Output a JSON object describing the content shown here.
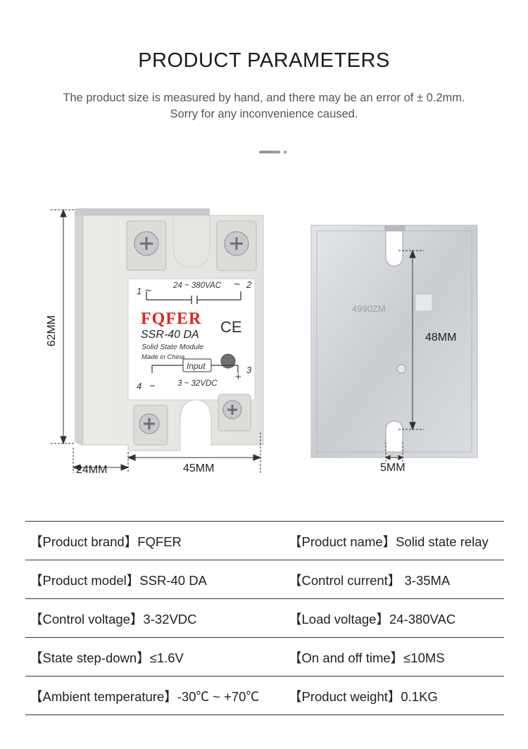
{
  "header": {
    "title": "PRODUCT PARAMETERS",
    "subtitle_line1": "The product size is measured by hand, and there may be an error of ± 0.2mm.",
    "subtitle_line2": "Sorry for any inconvenience caused."
  },
  "relay_label": {
    "pin1": "1",
    "pin2": "2",
    "pin3": "3",
    "pin4": "4",
    "tilde_left": "~",
    "tilde_right": "~",
    "load_voltage": "24 ~ 380VAC",
    "brand": "FQFER",
    "model": "SSR-40 DA",
    "ce_mark": "CE",
    "module_type": "Solid State Module",
    "origin": "Made in China",
    "input_label": "Input",
    "minus": "−",
    "plus": "+",
    "control_voltage": "3 ~ 32VDC"
  },
  "heatsink": {
    "stamp": "4990ZM"
  },
  "dimensions": {
    "height": "62MM",
    "depth": "24MM",
    "width": "45MM",
    "hole_spacing": "48MM",
    "slot_width": "5MM"
  },
  "specs": [
    {
      "left": "【Product brand】FQFER",
      "right": "【Product name】Solid state relay"
    },
    {
      "left": "【Product model】SSR-40 DA",
      "right": "【Control current】 3-35MA"
    },
    {
      "left": "【Control voltage】3-32VDC",
      "right": "【Load voltage】24-380VAC"
    },
    {
      "left": "【State step-down】≤1.6V",
      "right": "【On and off time】≤10MS"
    },
    {
      "left": "【Ambient temperature】-30℃ ~ +70℃",
      "right": "【Product weight】0.1KG"
    }
  ],
  "colors": {
    "housing": "#e9e9e6",
    "housing_shadow": "#d2d2cf",
    "brand_red": "#d9261c",
    "heatsink": "#cfd2d6",
    "dimension_line": "#333333"
  }
}
